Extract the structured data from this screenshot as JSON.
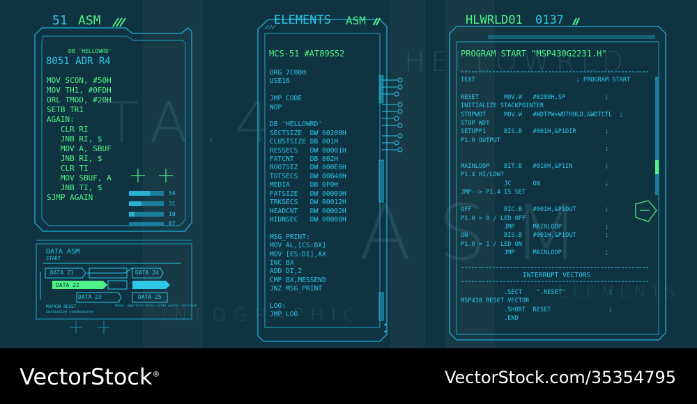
{
  "colors": {
    "background": "#0f3340",
    "cyan": "#2ec7e8",
    "green": "#4ff287",
    "frame": "#1f9ec0"
  },
  "panel1": {
    "header_num": "51",
    "header_title": "ASM",
    "db_line": "DB 'HELLOWRD'",
    "sub": "8051 ADR R4",
    "code": "MOV SCON, #50H\nMOV TH1, #0FDH\nORL TMOD, #20H\nSETB TR1\nAGAIN:\n   CLR RI\n   JNB RI, $\n   MOV A, SBUF\n   JNB RI, $\n   CLR TI\n   MOV SBUF, A\n   JNB TI, $\nSJMP AGAIN",
    "bar_values": [
      "54",
      "31",
      "10",
      "07"
    ],
    "ghost_text": "TA.4"
  },
  "data_asm": {
    "title": "DATA ASM",
    "start": "START",
    "items": [
      "DATA 21",
      "DATA 24",
      "DATA 22",
      "DATA 23",
      "DATA 25"
    ],
    "footer_title": "MSP430 RESET",
    "footer_sub": "Initialize stackpointer",
    "footer_right": "Donec imperdiet felis vitae auctor interdum"
  },
  "panel2": {
    "header_title": "ELEMENTS",
    "header_asm": "ASM",
    "sub": "MCS-51 #AT89S52",
    "code": "ORG 7C00H\nUSE16\n\nJMP CODE\nNOP\n\nDB 'HELLOWRD'\nSECTSIZE  DW 00200H\nCLUSTSIZE DB 001H\nRESSECS   DW 00001H\nFATCNT    DB 002H\nROOTSIZ   DW 000E0H\nTOTSECS   DW 00B40H\nMEDIA     DB 0F0H\nFATSIZE   DW 00009H\nTRKSECS   DW 00012H\nHEADCNT   DW 00002H\nHIDNSEC   DW 00000H\n\nMSG_PRINT:\nMOV AL,[CS:BX]\nMOV [ES:DI],AX\nINC BX\nADD DI,2\nCMP BX,MESSEND\nJNZ MSG_PRINT\n\nLOO:\nJMP LOO",
    "ghost_big": "ASM",
    "ghost_infographic": "INFOGRAPHIC"
  },
  "panel3": {
    "header_title": "HLWRLD01",
    "header_num": "0137",
    "sub": "PROGRAM START \"MSP430G2231.H\"",
    "code": "TEXT                            ; PROGRAM START\n\nRESET       MOV.W   #0280H,SP           ;\nINITIALIZE STACKPOINTER\nSTOPWDT     MOV.W   #WDTPW+WDTHOLD,&WDTCTL  ;\nSTOP WDT\nSETUPP1     BIS.B   #001H,&P1DIR        ;\nP1.0 OUTPUT\n                                        ;\n\nMAINLOOP    BIT.B   #010H,&P1IN         ;\nP1.4 HI/LOW?\n            JC      ON                  ;\nJMP--> P1.4 IS SET\n\nOFF         BIC.B   #001H,&P1OUT        ;\nP1.0 = 0 / LED OFF\n            JMP     MAINLOOP            ;\nON          BIS.B   #001H,&P1OUT        ;\nP1.0 = 1 / LED ON\n            JMP     MAINLOOP            ;",
    "vectors_title": "INTERRUPT VECTORS",
    "code2": "            .SECT    \".RESET\"            ;\nMSP430 RESET VECTOR\n            .SHORT  RESET                ;\n            .END",
    "ghost_top": "HELLOWRLD",
    "ghost_bottom": "ELEMENTS"
  },
  "footer": {
    "brand": "VectorStock",
    "registered": "®",
    "image_id": "VectorStock.com/35354795"
  }
}
